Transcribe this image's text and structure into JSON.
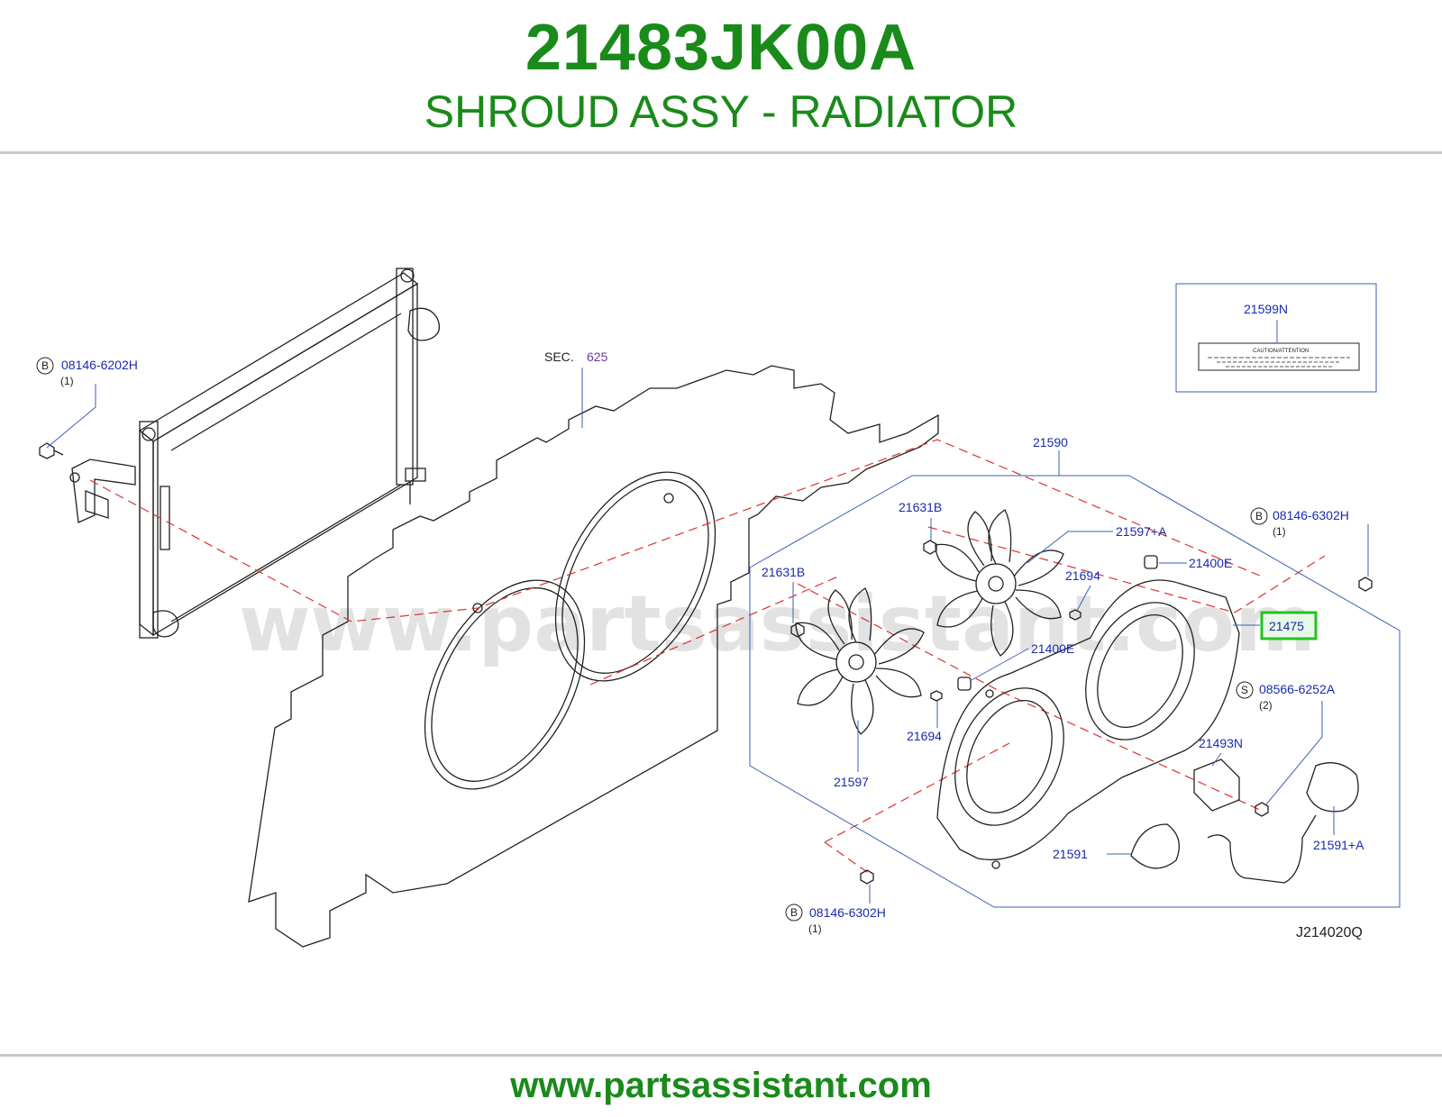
{
  "header": {
    "part_number": "21483JK00A",
    "part_name": "SHROUD ASSY - RADIATOR"
  },
  "footer": {
    "website": "www.partsassistant.com"
  },
  "diagram": {
    "watermark": "www.partsassistant.com",
    "sec_prefix": "SEC.",
    "sec_number": "625",
    "drawing_code": "J214020Q",
    "highlighted_color": "#22c322",
    "label_color": "#1a2bb0",
    "dash_color": "#e03030",
    "labels": {
      "bolt_left": "08146-6202H",
      "bolt_left_qty": "(1)",
      "bolt_left_type": "B",
      "bolt_right": "08146-6302H",
      "bolt_right_qty": "(1)",
      "bolt_right_type": "B",
      "bolt_bottom": "08146-6302H",
      "bolt_bottom_qty": "(1)",
      "bolt_bottom_type": "B",
      "screw": "08566-6252A",
      "screw_qty": "(2)",
      "screw_type": "S",
      "label_part": "21599N",
      "caution_text": "CAUTION/ATTENTION",
      "shroud_assy": "21590",
      "nut_1": "21631B",
      "nut_2": "21631B",
      "fan_right": "21597+A",
      "fan_left": "21597",
      "bushing_1": "21400E",
      "bushing_2": "21400E",
      "screw_1": "21694",
      "screw_2": "21694",
      "shroud": "21475",
      "resistor": "21493N",
      "motor_left": "21591",
      "motor_right": "21591+A"
    }
  }
}
